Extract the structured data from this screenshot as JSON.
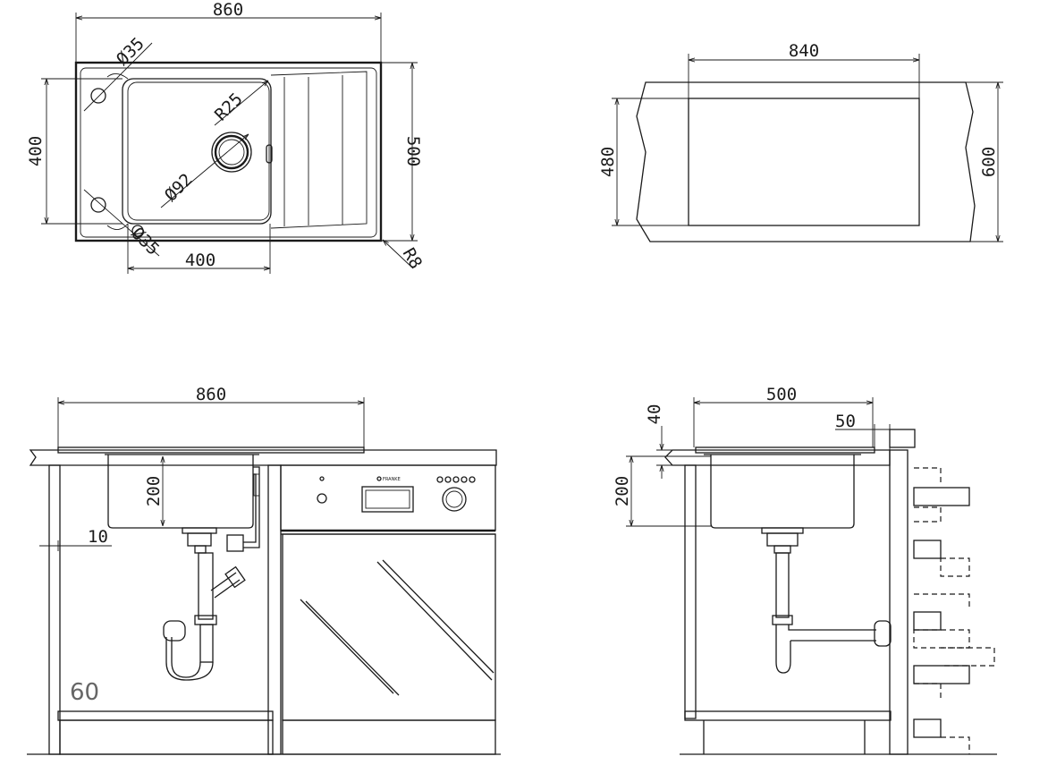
{
  "top_view": {
    "width_label": "860",
    "bowl_hole_dia_top": "Ø35",
    "bowl_height_label": "400",
    "corner_radius": "R25",
    "drain_dia": "Ø92",
    "overall_depth_label": "500",
    "bowl_width_label": "400",
    "bottom_hole_dia": "Ø35",
    "outer_radius": "R8"
  },
  "cutout_view": {
    "width_label": "840",
    "height_label": "480",
    "depth_label": "600"
  },
  "front_view": {
    "width_label": "860",
    "bowl_depth_label": "200",
    "offset_label": "10",
    "cabinet_label": "60",
    "brand_text": "FRANKE"
  },
  "side_view": {
    "width_label": "500",
    "rim_label": "40",
    "wall_gap_label": "50",
    "bowl_depth_label": "200"
  }
}
